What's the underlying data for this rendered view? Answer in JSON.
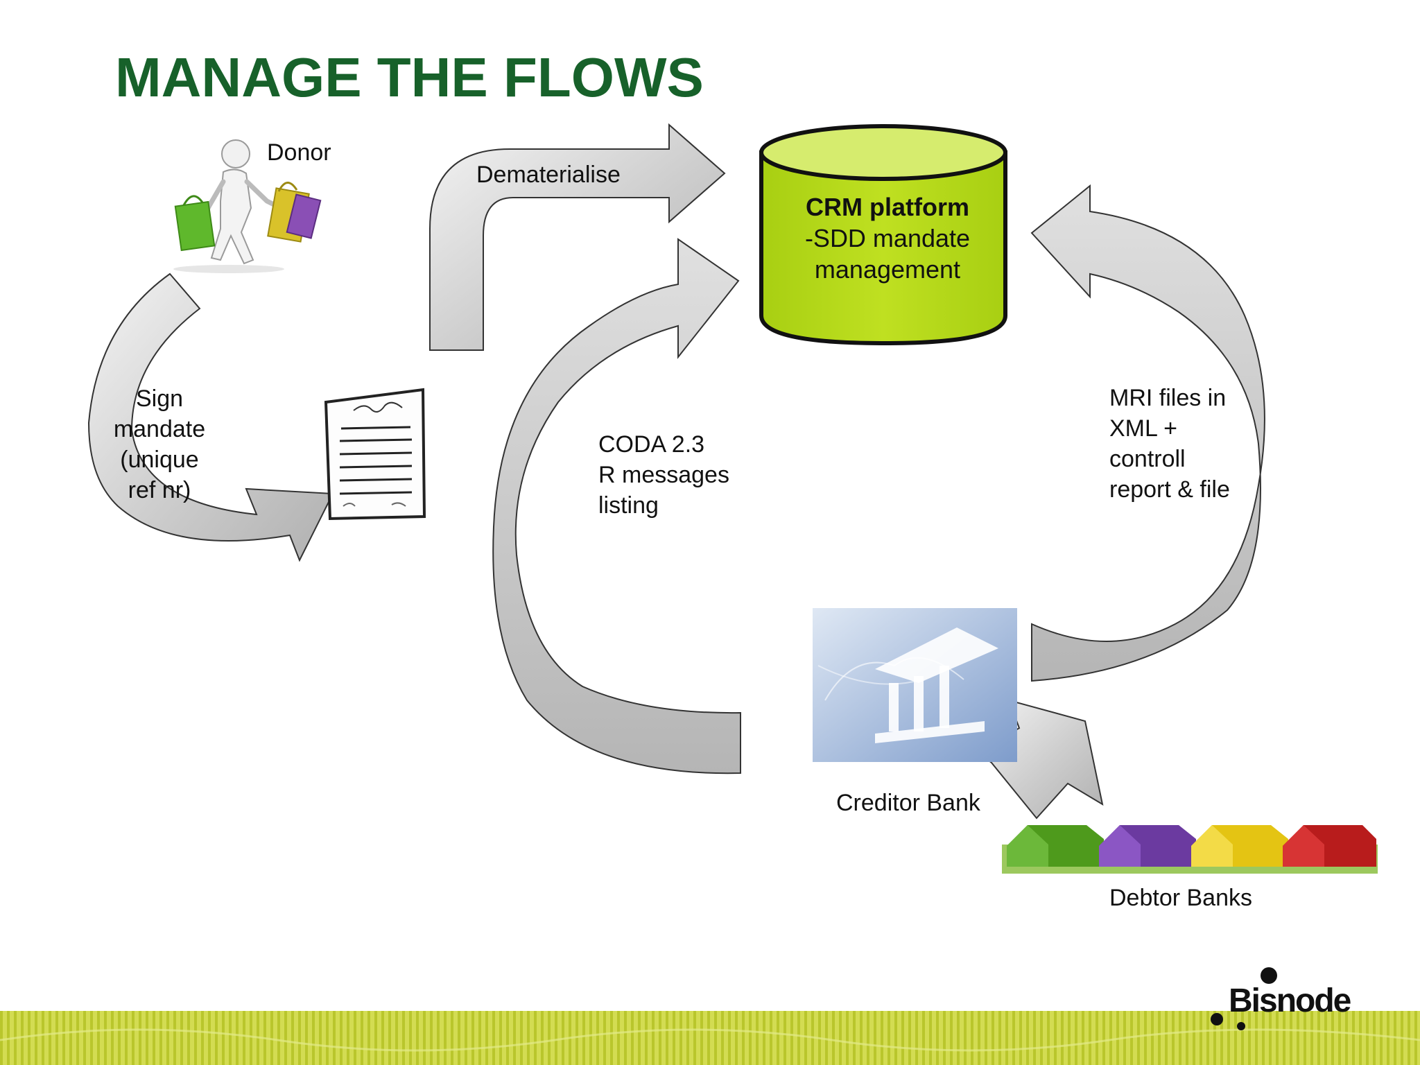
{
  "slide": {
    "title": "MANAGE THE FLOWS",
    "brand": "Bisnode"
  },
  "nodes": {
    "donor": "Donor",
    "crm": {
      "line1": "CRM platform",
      "line2": "-SDD mandate",
      "line3": "management"
    },
    "creditor_bank": "Creditor Bank",
    "debtor_banks": "Debtor Banks"
  },
  "flows": {
    "dematerialise": "Dematerialise",
    "sign_mandate": [
      "Sign",
      "mandate",
      "(unique",
      "ref nr)"
    ],
    "coda": [
      "CODA 2.3",
      "R messages",
      "listing"
    ],
    "mri": [
      "MRI files in",
      "XML +",
      "controll",
      "report & file"
    ]
  },
  "colors": {
    "title_green": "#17612a",
    "crm_fill": "#b5d91a",
    "crm_top": "#d6ec6e",
    "arrow_fill": "#cfcfcf",
    "footer_band": "#c9d63a",
    "house_colors": [
      "#4e9a1c",
      "#6b3aa0",
      "#e4c413",
      "#b81c1c"
    ]
  },
  "icons": {
    "donor": "person-with-shopping-bags-icon",
    "document": "signed-document-icon",
    "creditor_bank": "bank-building-globe-icon",
    "debtor_banks": "colored-houses-icon",
    "brand": "bisnode-logo"
  }
}
